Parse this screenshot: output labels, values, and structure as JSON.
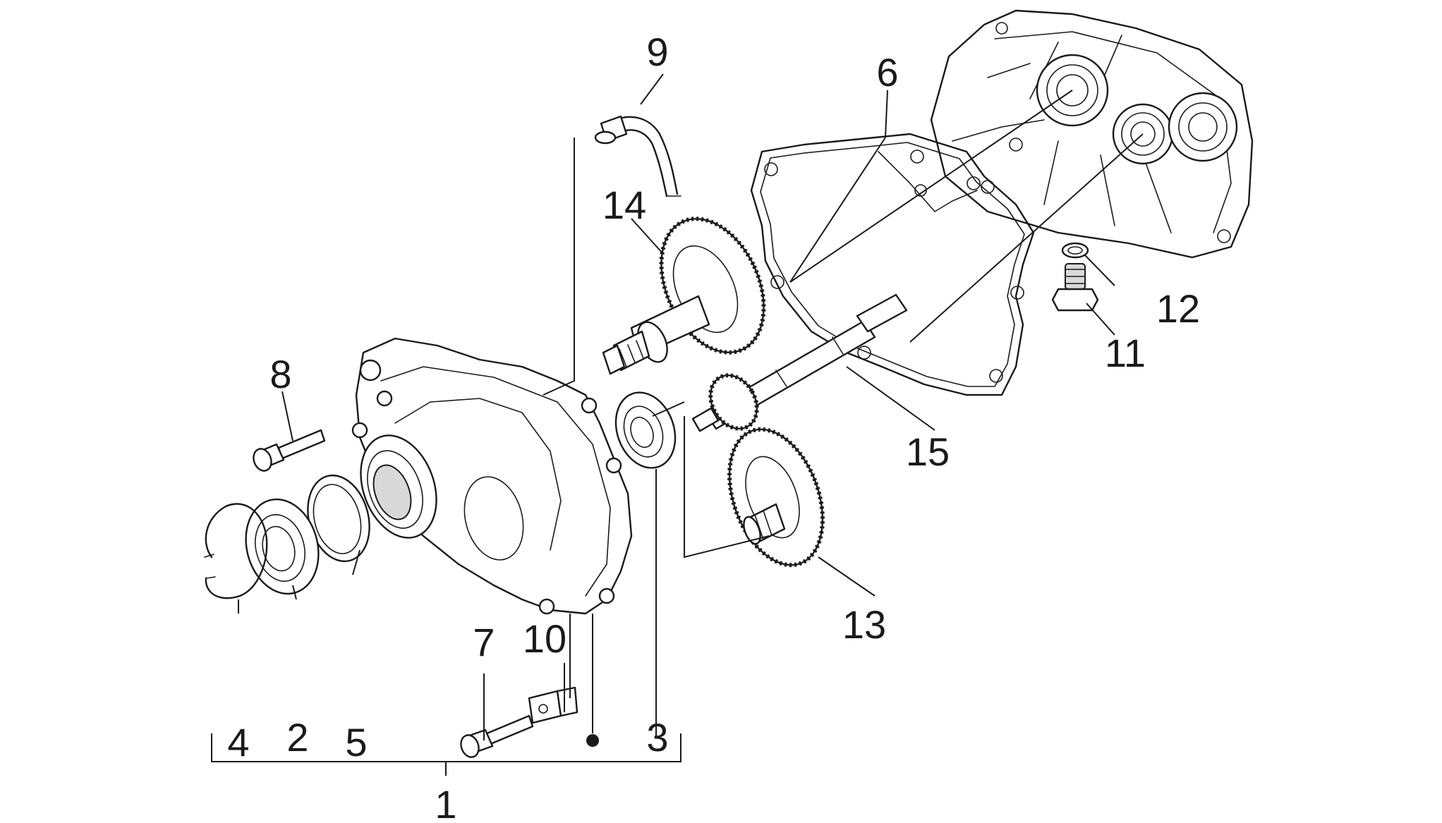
{
  "labels": {
    "p1": "1",
    "p2": "2",
    "p3": "3",
    "p4": "4",
    "p5": "5",
    "p6": "6",
    "p7": "7",
    "p8": "8",
    "p9": "9",
    "p10": "10",
    "p11": "11",
    "p12": "12",
    "p13": "13",
    "p14": "14",
    "p15": "15"
  }
}
